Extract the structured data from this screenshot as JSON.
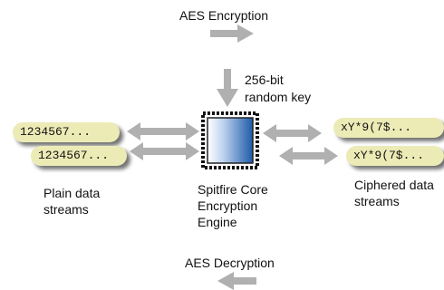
{
  "title_encryption": "AES Encryption",
  "title_decryption": "AES Decryption",
  "key_label": [
    "256-bit",
    "random key"
  ],
  "plain": {
    "streams": [
      "1234567...",
      "1234567..."
    ],
    "label": [
      "Plain data",
      "streams"
    ]
  },
  "ciphered": {
    "streams": [
      "xY*9(7$...",
      "xY*9(7$..."
    ],
    "label": [
      "Ciphered data",
      "streams"
    ]
  },
  "engine_label": [
    "Spitfire Core",
    "Encryption",
    "Engine"
  ],
  "colors": {
    "arrow": "#b0b0b0",
    "pill": "#ecebb6",
    "chip_light": "#ffffff",
    "chip_dark": "#1e5aa8"
  }
}
